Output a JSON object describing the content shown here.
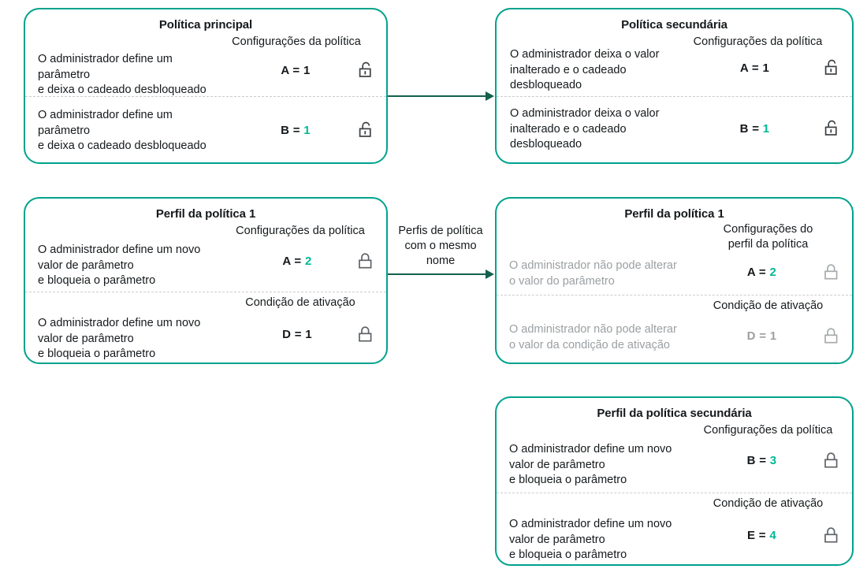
{
  "accent": {
    "border": "#00a28c",
    "value_green": "#00b894",
    "arrow": "#14604f",
    "muted_text": "#9b9fa2",
    "text": "#15191c",
    "divider": "#c9cdd0"
  },
  "icons": {
    "unlocked": "unlocked-padlock-icon",
    "locked": "locked-padlock-icon"
  },
  "cards": {
    "main_policy": {
      "title": "Política principal",
      "rows": [
        {
          "description": "O administrador define um\nparâmetro\ne deixa o cadeado desbloqueado",
          "group_label": "Configurações da política",
          "key": "A =",
          "value": "1",
          "value_highlighted": false,
          "lock": "unlocked",
          "muted": false
        },
        {
          "description": "O administrador define um\nparâmetro\ne deixa o cadeado desbloqueado",
          "group_label": "",
          "key": "B =",
          "value": "1",
          "value_highlighted": true,
          "lock": "unlocked",
          "muted": false
        }
      ]
    },
    "secondary_policy": {
      "title": "Política secundária",
      "rows": [
        {
          "description": "O administrador deixa o valor\ninalterado e o cadeado\ndesbloqueado",
          "group_label": "Configurações da política",
          "key": "A =",
          "value": "1",
          "value_highlighted": false,
          "lock": "unlocked",
          "muted": false
        },
        {
          "description": "O administrador deixa o valor\ninalterado e o cadeado\ndesbloqueado",
          "group_label": "",
          "key": "B =",
          "value": "1",
          "value_highlighted": true,
          "lock": "unlocked",
          "muted": false
        }
      ]
    },
    "policy_profile_1_left": {
      "title": "Perfil da política 1",
      "rows": [
        {
          "description": "O administrador define um novo\nvalor de parâmetro\n e bloqueia o parâmetro",
          "group_label": "Configurações da política",
          "key": "A =",
          "value": "2",
          "value_highlighted": true,
          "lock": "locked",
          "muted": false
        },
        {
          "description": "O administrador define um novo\nvalor de parâmetro\n e bloqueia o parâmetro",
          "group_label": "Condição de ativação",
          "key": "D =",
          "value": "1",
          "value_highlighted": false,
          "lock": "locked",
          "muted": false
        }
      ]
    },
    "policy_profile_1_right": {
      "title": "Perfil da política 1",
      "rows": [
        {
          "description": "O administrador não pode alterar\no valor do parâmetro",
          "group_label": "Configurações do\nperfil da política",
          "key": "A =",
          "value": "2",
          "value_highlighted": true,
          "lock": "locked",
          "muted": true
        },
        {
          "description": "O administrador não pode alterar\no valor da condição de ativação",
          "group_label": "Condição de ativação",
          "key": "D =",
          "value": "1",
          "value_highlighted": false,
          "lock": "locked",
          "muted": true
        }
      ]
    },
    "secondary_policy_profile": {
      "title": "Perfil da política secundária",
      "rows": [
        {
          "description": "O administrador define um novo\nvalor de parâmetro\n e bloqueia o parâmetro",
          "group_label": "Configurações da política",
          "key": "B =",
          "value": "3",
          "value_highlighted": true,
          "lock": "locked",
          "muted": false
        },
        {
          "description": "O administrador define um novo\nvalor de parâmetro\n e bloqueia o parâmetro",
          "group_label": "Condição de ativação",
          "key": "E =",
          "value": "4",
          "value_highlighted": true,
          "lock": "locked",
          "muted": false
        }
      ]
    }
  },
  "arrows": {
    "top": {
      "label": ""
    },
    "middle": {
      "label": "Perfis de política\ncom o mesmo\nnome"
    }
  }
}
